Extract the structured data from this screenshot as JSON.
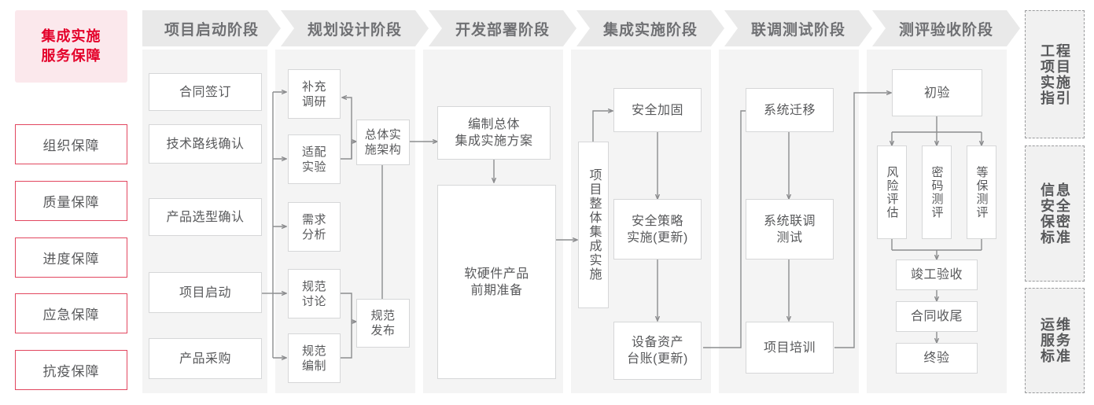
{
  "left_rail": {
    "title": "集成实施\n服务保障",
    "title_line1": "集成实施",
    "title_line2": "服务保障",
    "accent_color": "#e4022b",
    "accent_bg": "#fbe8ec",
    "border_color": "#e2475f",
    "items": [
      {
        "label": "组织保障"
      },
      {
        "label": "质量保障"
      },
      {
        "label": "进度保障"
      },
      {
        "label": "应急保障"
      },
      {
        "label": "抗疫保障"
      }
    ]
  },
  "phases": [
    {
      "id": "p1",
      "title": "项目启动阶段"
    },
    {
      "id": "p2",
      "title": "规划设计阶段"
    },
    {
      "id": "p3",
      "title": "开发部署阶段"
    },
    {
      "id": "p4",
      "title": "集成实施阶段"
    },
    {
      "id": "p5",
      "title": "联调测试阶段"
    },
    {
      "id": "p6",
      "title": "测评验收阶段"
    }
  ],
  "nodes": {
    "n_contract": {
      "label": "合同签订"
    },
    "n_techroute": {
      "label": "技术路线确认"
    },
    "n_product": {
      "label": "产品选型确认"
    },
    "n_kickoff": {
      "label": "项目启动"
    },
    "n_purchase": {
      "label": "产品采购"
    },
    "n_survey": {
      "line1": "补充",
      "line2": "调研"
    },
    "n_adapt": {
      "line1": "适配",
      "line2": "实验"
    },
    "n_demand": {
      "line1": "需求",
      "line2": "分析"
    },
    "n_specdisc": {
      "line1": "规范",
      "line2": "讨论"
    },
    "n_specwrite": {
      "line1": "规范",
      "line2": "编制"
    },
    "n_arch": {
      "line1": "总体实",
      "line2": "施架构"
    },
    "n_specpub": {
      "line1": "规范",
      "line2": "发布"
    },
    "n_plan": {
      "line1": "编制总体",
      "line2": "集成实施方案"
    },
    "n_prepare": {
      "line1": "软硬件产品",
      "line2": "前期准备"
    },
    "n_overall": {
      "label": "项目整体集成实施"
    },
    "n_harden": {
      "label": "安全加固"
    },
    "n_policy": {
      "line1": "安全策略",
      "line2": "实施(更新)"
    },
    "n_asset": {
      "line1": "设备资产",
      "line2": "台账(更新)"
    },
    "n_migrate": {
      "label": "系统迁移"
    },
    "n_jointtest": {
      "line1": "系统联调",
      "line2": "测试"
    },
    "n_training": {
      "label": "项目培训"
    },
    "n_preaccept": {
      "label": "初验"
    },
    "n_risk": {
      "label": "风险评估"
    },
    "n_crypto": {
      "label": "密码测评"
    },
    "n_grade": {
      "label": "等保测评"
    },
    "n_complete": {
      "label": "竣工验收"
    },
    "n_closeout": {
      "label": "合同收尾"
    },
    "n_final": {
      "label": "终验"
    }
  },
  "standards": [
    {
      "id": "s1",
      "right_col": "程目施引",
      "left_col": "工项实指",
      "full": "工程项目实施指引"
    },
    {
      "id": "s2",
      "right_col": "息全密准",
      "left_col": "信安保标",
      "full": "信息安全保密标准"
    },
    {
      "id": "s3",
      "right_col": "维务准",
      "left_col": "运服标",
      "full": "运维服务标准"
    }
  ]
}
